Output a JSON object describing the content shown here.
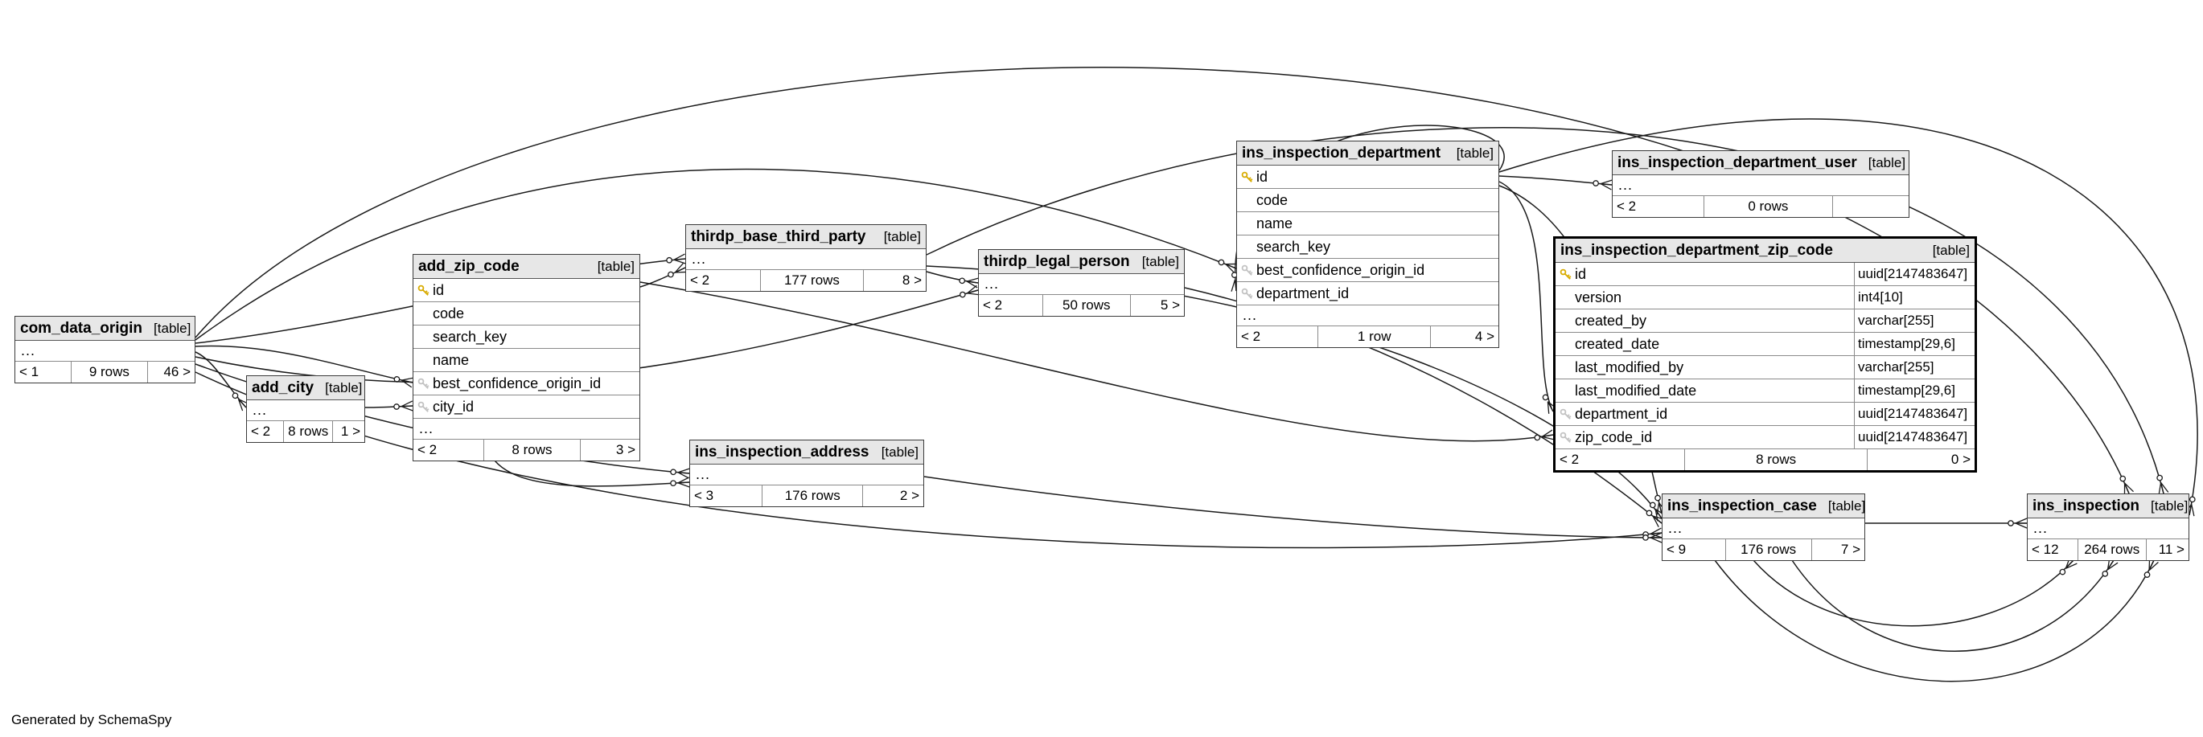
{
  "diagram": {
    "generated_note": "Generated by SchemaSpy"
  },
  "tables": {
    "com_data_origin": {
      "title": "com_data_origin",
      "tag": "[table]",
      "ellipsis": "...",
      "footer": {
        "parents": "< 1",
        "rows": "9 rows",
        "children": "46 >"
      }
    },
    "add_city": {
      "title": "add_city",
      "tag": "[table]",
      "ellipsis": "...",
      "footer": {
        "parents": "< 2",
        "rows": "8 rows",
        "children": "1 >"
      }
    },
    "add_zip_code": {
      "title": "add_zip_code",
      "tag": "[table]",
      "ellipsis": "...",
      "columns": [
        {
          "name": "id",
          "key": "pk"
        },
        {
          "name": "code",
          "key": ""
        },
        {
          "name": "search_key",
          "key": ""
        },
        {
          "name": "name",
          "key": ""
        },
        {
          "name": "best_confidence_origin_id",
          "key": "fk"
        },
        {
          "name": "city_id",
          "key": "fk"
        }
      ],
      "footer": {
        "parents": "< 2",
        "rows": "8 rows",
        "children": "3 >"
      }
    },
    "thirdp_base_third_party": {
      "title": "thirdp_base_third_party",
      "tag": "[table]",
      "ellipsis": "...",
      "footer": {
        "parents": "< 2",
        "rows": "177 rows",
        "children": "8 >"
      }
    },
    "thirdp_legal_person": {
      "title": "thirdp_legal_person",
      "tag": "[table]",
      "ellipsis": "...",
      "footer": {
        "parents": "< 2",
        "rows": "50 rows",
        "children": "5 >"
      }
    },
    "ins_inspection_department": {
      "title": "ins_inspection_department",
      "tag": "[table]",
      "ellipsis": "...",
      "columns": [
        {
          "name": "id",
          "key": "pk"
        },
        {
          "name": "code",
          "key": ""
        },
        {
          "name": "name",
          "key": ""
        },
        {
          "name": "search_key",
          "key": ""
        },
        {
          "name": "best_confidence_origin_id",
          "key": "fk"
        },
        {
          "name": "department_id",
          "key": "fk"
        }
      ],
      "footer": {
        "parents": "< 2",
        "rows": "1 row",
        "children": "4 >"
      }
    },
    "ins_inspection_department_user": {
      "title": "ins_inspection_department_user",
      "tag": "[table]",
      "ellipsis": "...",
      "footer": {
        "parents": "< 2",
        "rows": "0 rows",
        "children": ""
      }
    },
    "ins_inspection_department_zip_code": {
      "title": "ins_inspection_department_zip_code",
      "tag": "[table]",
      "columns": [
        {
          "name": "id",
          "type": "uuid[2147483647]",
          "key": "pk"
        },
        {
          "name": "version",
          "type": "int4[10]",
          "key": ""
        },
        {
          "name": "created_by",
          "type": "varchar[255]",
          "key": ""
        },
        {
          "name": "created_date",
          "type": "timestamp[29,6]",
          "key": ""
        },
        {
          "name": "last_modified_by",
          "type": "varchar[255]",
          "key": ""
        },
        {
          "name": "last_modified_date",
          "type": "timestamp[29,6]",
          "key": ""
        },
        {
          "name": "department_id",
          "type": "uuid[2147483647]",
          "key": "fk"
        },
        {
          "name": "zip_code_id",
          "type": "uuid[2147483647]",
          "key": "fk"
        }
      ],
      "footer": {
        "parents": "< 2",
        "rows": "8 rows",
        "children": "0 >"
      }
    },
    "ins_inspection_address": {
      "title": "ins_inspection_address",
      "tag": "[table]",
      "ellipsis": "...",
      "footer": {
        "parents": "< 3",
        "rows": "176 rows",
        "children": "2 >"
      }
    },
    "ins_inspection_case": {
      "title": "ins_inspection_case",
      "tag": "[table]",
      "ellipsis": "...",
      "footer": {
        "parents": "< 9",
        "rows": "176 rows",
        "children": "7 >"
      }
    },
    "ins_inspection": {
      "title": "ins_inspection",
      "tag": "[table]",
      "ellipsis": "...",
      "footer": {
        "parents": "< 12",
        "rows": "264 rows",
        "children": "11 >"
      }
    }
  },
  "relationships": [
    {
      "from": "com_data_origin",
      "to": "add_city"
    },
    {
      "from": "com_data_origin",
      "to": "add_zip_code"
    },
    {
      "from": "add_city",
      "to": "add_zip_code"
    },
    {
      "from": "com_data_origin",
      "to": "thirdp_base_third_party"
    },
    {
      "from": "add_zip_code",
      "to": "thirdp_base_third_party"
    },
    {
      "from": "thirdp_base_third_party",
      "to": "thirdp_legal_person"
    },
    {
      "from": "com_data_origin",
      "to": "thirdp_legal_person"
    },
    {
      "from": "com_data_origin",
      "to": "ins_inspection_department"
    },
    {
      "from": "ins_inspection_department",
      "to": "ins_inspection_department"
    },
    {
      "from": "ins_inspection_department",
      "to": "ins_inspection_department_user"
    },
    {
      "from": "ins_inspection_department",
      "to": "ins_inspection_department_zip_code"
    },
    {
      "from": "add_zip_code",
      "to": "ins_inspection_department_zip_code"
    },
    {
      "from": "com_data_origin",
      "to": "ins_inspection_address"
    },
    {
      "from": "add_zip_code",
      "to": "ins_inspection_address"
    },
    {
      "from": "com_data_origin",
      "to": "ins_inspection_case"
    },
    {
      "from": "thirdp_legal_person",
      "to": "ins_inspection_case"
    },
    {
      "from": "thirdp_base_third_party",
      "to": "ins_inspection_case"
    },
    {
      "from": "ins_inspection_address",
      "to": "ins_inspection_case"
    },
    {
      "from": "ins_inspection_department",
      "to": "ins_inspection_case"
    },
    {
      "from": "ins_inspection_case",
      "to": "ins_inspection"
    },
    {
      "from": "com_data_origin",
      "to": "ins_inspection"
    },
    {
      "from": "thirdp_base_third_party",
      "to": "ins_inspection"
    },
    {
      "from": "ins_inspection_department",
      "to": "ins_inspection"
    },
    {
      "from": "ins_inspection_case",
      "to": "ins_inspection"
    },
    {
      "from": "ins_inspection_case",
      "to": "ins_inspection"
    },
    {
      "from": "ins_inspection_case",
      "to": "ins_inspection"
    }
  ]
}
